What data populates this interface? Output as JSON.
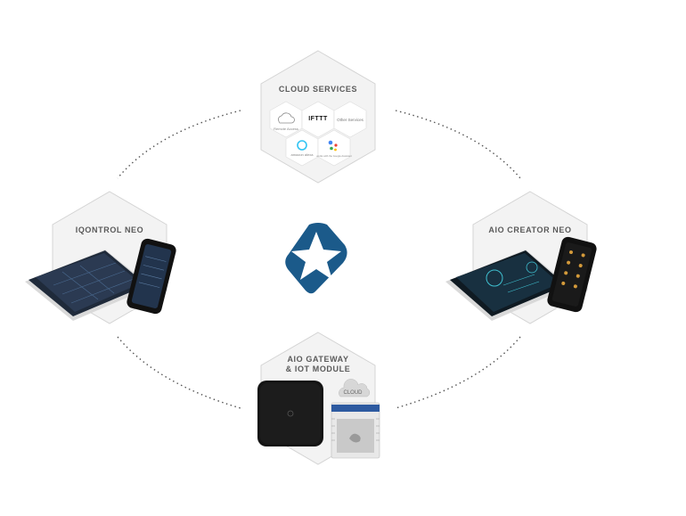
{
  "nodes": {
    "cloud_services": {
      "title": "CLOUD SERVICES",
      "tiles": [
        "Remote Access",
        "IFTTT",
        "Other Services",
        "amazon alexa",
        "works with the Google Assistant"
      ]
    },
    "iqontrol_neo": {
      "title": "IQONTROL NEO"
    },
    "aio_creator_neo": {
      "title": "AIO CREATOR NEO"
    },
    "aio_gateway": {
      "title_line1": "AIO GATEWAY",
      "title_line2": "& IOT MODULE",
      "cloud_label": "CLOUD"
    }
  },
  "colors": {
    "hex_fill": "#f3f3f3",
    "hex_stroke": "#d4d4d4",
    "dotted_ring": "#555555",
    "logo_blue": "#1b5a8a",
    "device_dark": "#1a1a1a"
  },
  "logo": {
    "name": "brand-logo-icon"
  }
}
